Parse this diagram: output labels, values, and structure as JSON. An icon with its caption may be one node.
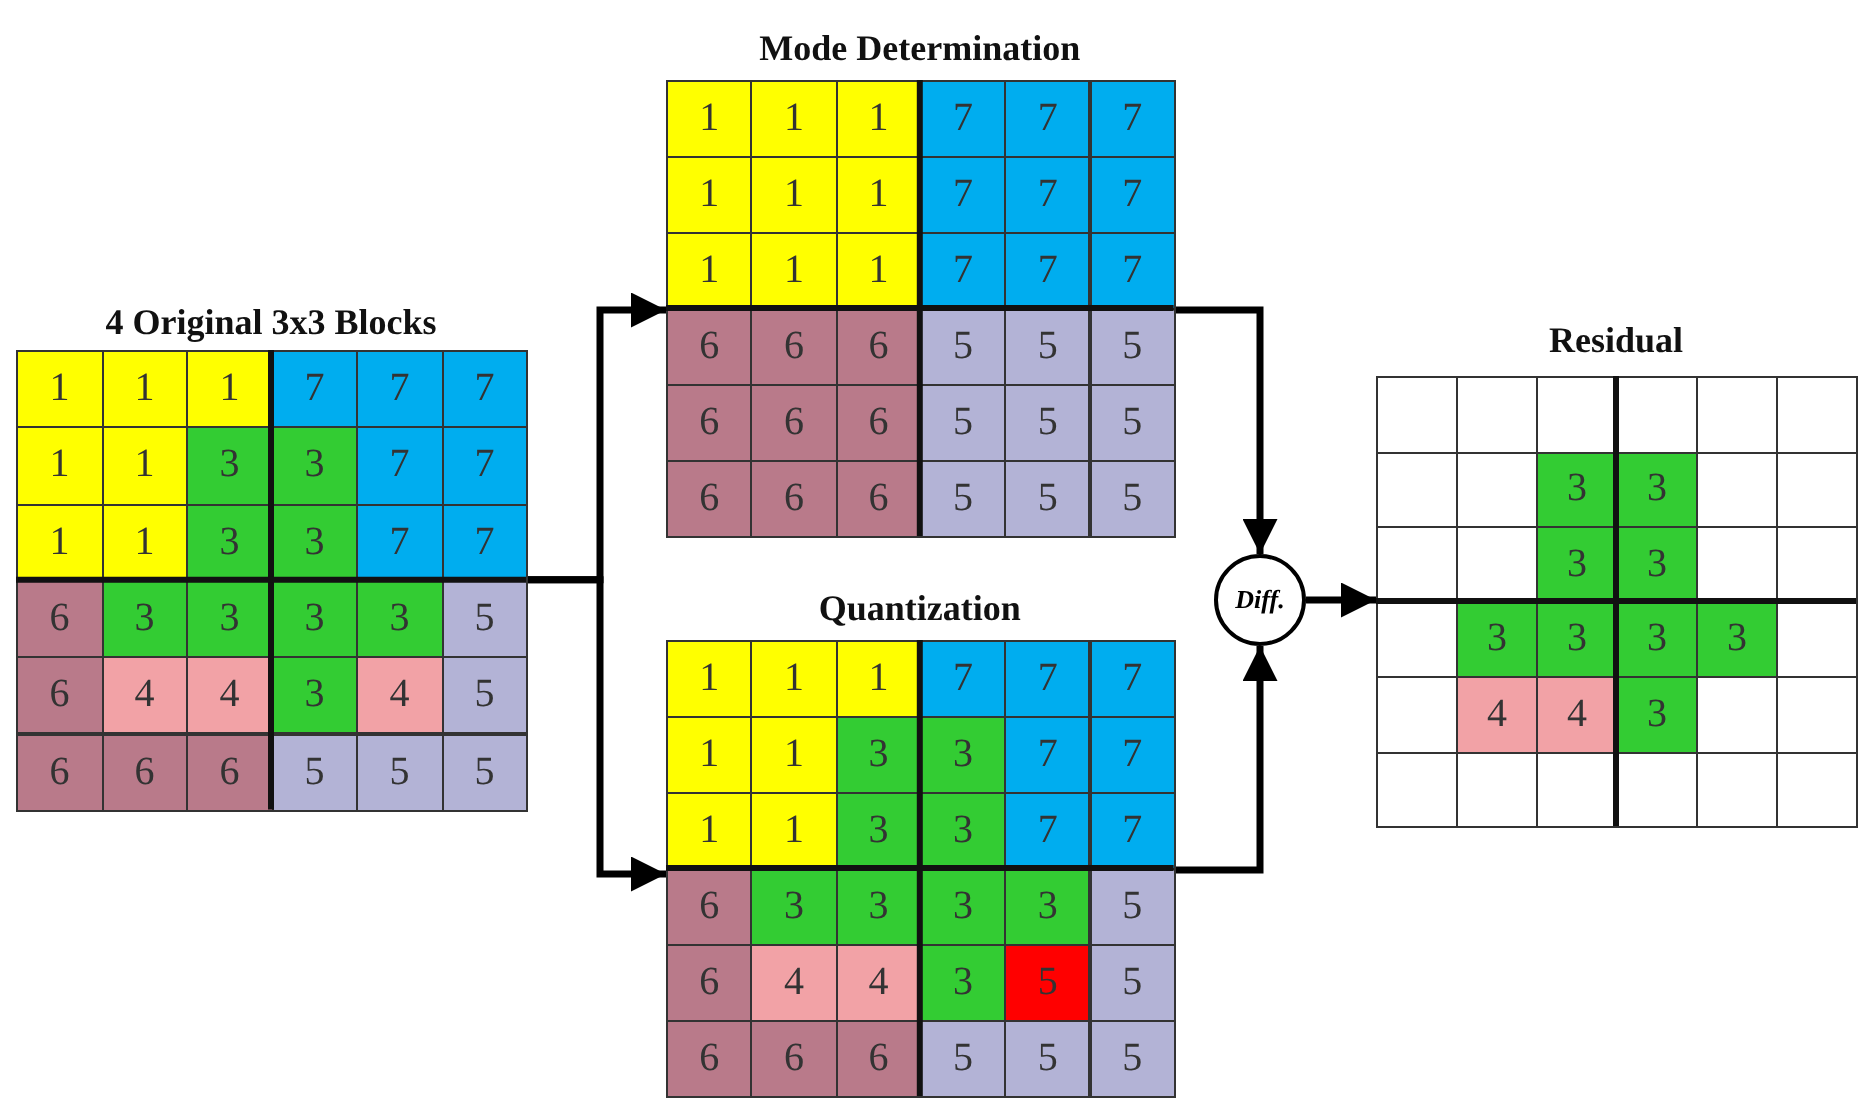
{
  "diagram": {
    "nodes": [
      {
        "text": [
          "4 Original 3x3 Blocks"
        ]
      },
      {
        "text": [
          "Mode Determination"
        ]
      },
      {
        "text": [
          "Quantization"
        ]
      },
      {
        "text": [
          "Diff."
        ]
      },
      {
        "text": [
          "Residual"
        ]
      }
    ],
    "edges": [
      {
        "from": 0,
        "to": 1,
        "arrow": "to"
      },
      {
        "from": 0,
        "to": 2,
        "arrow": "to"
      },
      {
        "from": 1,
        "to": 3,
        "arrow": "to"
      },
      {
        "from": 2,
        "to": 3,
        "arrow": "to"
      },
      {
        "from": 3,
        "to": 4,
        "arrow": "to"
      }
    ],
    "labels": [
      "1",
      "1",
      "1",
      "7",
      "7",
      "7",
      "1",
      "1",
      "3",
      "3",
      "7",
      "7",
      "1",
      "1",
      "3",
      "3",
      "7",
      "7",
      "6",
      "3",
      "3",
      "3",
      "3",
      "5",
      "6",
      "4",
      "4",
      "3",
      "4",
      "5",
      "6",
      "6",
      "6",
      "5",
      "5",
      "5",
      "1",
      "1",
      "1",
      "7",
      "7",
      "7",
      "1",
      "1",
      "1",
      "7",
      "7",
      "7",
      "1",
      "1",
      "1",
      "7",
      "7",
      "7",
      "6",
      "6",
      "6",
      "5",
      "5",
      "5",
      "6",
      "6",
      "6",
      "5",
      "5",
      "5",
      "6",
      "6",
      "6",
      "5",
      "5",
      "5",
      "1",
      "1",
      "1",
      "7",
      "7",
      "7",
      "1",
      "1",
      "3",
      "3",
      "7",
      "7",
      "1",
      "1",
      "3",
      "3",
      "7",
      "7",
      "6",
      "3",
      "3",
      "3",
      "3",
      "5",
      "6",
      "4",
      "4",
      "3",
      "5",
      "5",
      "6",
      "6",
      "6",
      "5",
      "5",
      "5",
      "3",
      "3",
      "3",
      "3",
      "3",
      "3",
      "3",
      "3",
      "4",
      "4",
      "3"
    ]
  }
}
